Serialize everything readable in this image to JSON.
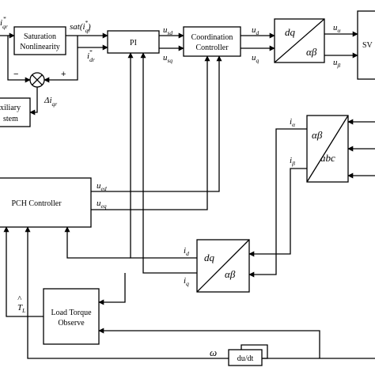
{
  "blocks": {
    "saturation": {
      "line1": "Saturation",
      "line2": "Nonlinearity"
    },
    "pi": "PI",
    "coordination": {
      "line1": "Coordination",
      "line2": "Controller"
    },
    "dq_ab_top": {
      "top": "dq",
      "bottom": "αβ"
    },
    "sv": "SV",
    "auxiliary": {
      "line1": "xiliary",
      "line2": "stem"
    },
    "ab_abc": {
      "top": "αβ",
      "bottom": "abc"
    },
    "pch": "PCH Controller",
    "dq_ab_mid": {
      "top": "dq",
      "bottom": "αβ"
    },
    "load_torque": {
      "line1": "Load Torque",
      "line2": "Observe"
    },
    "du_dt": "du/dt"
  },
  "signals": {
    "i_qr_ref": {
      "base": "i",
      "sub": "qr",
      "sup": "*"
    },
    "sat_func": "sat(",
    "sat_arg": {
      "base": "i",
      "sub": "qr",
      "sup": "*"
    },
    "sat_close": ")",
    "i_dr_ref": {
      "base": "i",
      "sub": "dr",
      "sup": "*"
    },
    "delta_i_qr": {
      "base": "Δi",
      "sub": "qr"
    },
    "u_sd": {
      "base": "u",
      "sub": "sd"
    },
    "u_sq": {
      "base": "u",
      "sub": "sq"
    },
    "u_d": {
      "base": "u",
      "sub": "d"
    },
    "u_q": {
      "base": "u",
      "sub": "q"
    },
    "u_alpha": {
      "base": "u",
      "sub": "α"
    },
    "u_beta": {
      "base": "u",
      "sub": "β"
    },
    "i_alpha": {
      "base": "i",
      "sub": "α"
    },
    "i_beta": {
      "base": "i",
      "sub": "β"
    },
    "u_ed": {
      "base": "u",
      "sub": "ed"
    },
    "u_eq": {
      "base": "u",
      "sub": "eq"
    },
    "i_d": {
      "base": "i",
      "sub": "d"
    },
    "i_q": {
      "base": "i",
      "sub": "q"
    },
    "t_l_hat": {
      "base": "T",
      "sub": "L",
      "hat": "^"
    },
    "omega": "ω"
  },
  "summing_junction": {
    "minus_sign": "−",
    "plus_sign": "+"
  }
}
